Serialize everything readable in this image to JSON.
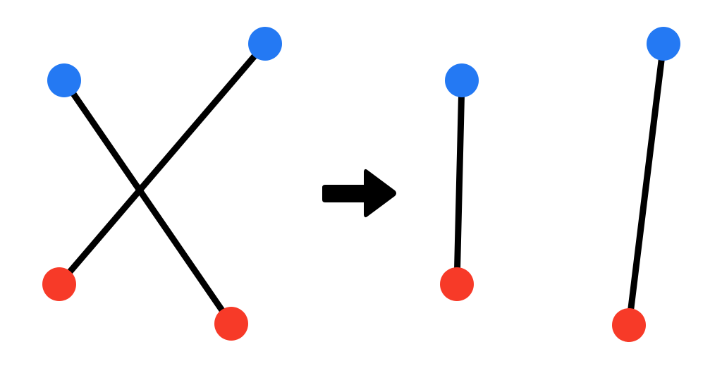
{
  "colors": {
    "background": "#ffffff",
    "edge": "#000000",
    "blue_node": "#2479F3",
    "red_node": "#F73A28",
    "arrow": "#000000"
  },
  "diagram": {
    "left_panel": {
      "description_free": true,
      "nodes": [
        {
          "id": "left-blue-top-left",
          "color": "blue"
        },
        {
          "id": "left-blue-top-right",
          "color": "blue"
        },
        {
          "id": "left-red-bottom-left",
          "color": "red"
        },
        {
          "id": "left-red-bottom-right",
          "color": "red"
        }
      ],
      "edges": [
        {
          "from": "left-blue-top-left",
          "to": "left-red-bottom-right"
        },
        {
          "from": "left-blue-top-right",
          "to": "left-red-bottom-left"
        }
      ]
    },
    "arrow": {
      "icon": "right-arrow-icon",
      "direction": "right"
    },
    "right_panel": {
      "nodes": [
        {
          "id": "right-blue-left",
          "color": "blue"
        },
        {
          "id": "right-red-left",
          "color": "red"
        },
        {
          "id": "right-blue-right",
          "color": "blue"
        },
        {
          "id": "right-red-right",
          "color": "red"
        }
      ],
      "edges": [
        {
          "from": "right-blue-left",
          "to": "right-red-left"
        },
        {
          "from": "right-blue-right",
          "to": "right-red-right"
        }
      ]
    }
  }
}
